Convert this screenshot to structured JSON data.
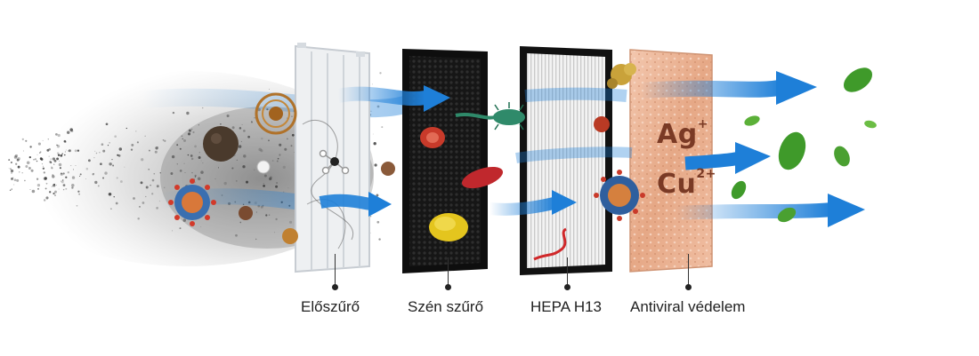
{
  "stages": [
    {
      "label": "Előszűrő"
    },
    {
      "label": "Szén szűrő"
    },
    {
      "label": "HEPA H13"
    },
    {
      "label": "Antiviral védelem"
    }
  ],
  "ions": [
    {
      "symbol": "Ag",
      "charge": "+"
    },
    {
      "symbol": "Cu",
      "charge": "2+"
    }
  ],
  "colors": {
    "arrow": "#1e7fd8",
    "carbon": "#1a1a1a",
    "hepa": "#e8e8e8",
    "copper": "#e9b292",
    "leaf": "#3f9a2a"
  }
}
